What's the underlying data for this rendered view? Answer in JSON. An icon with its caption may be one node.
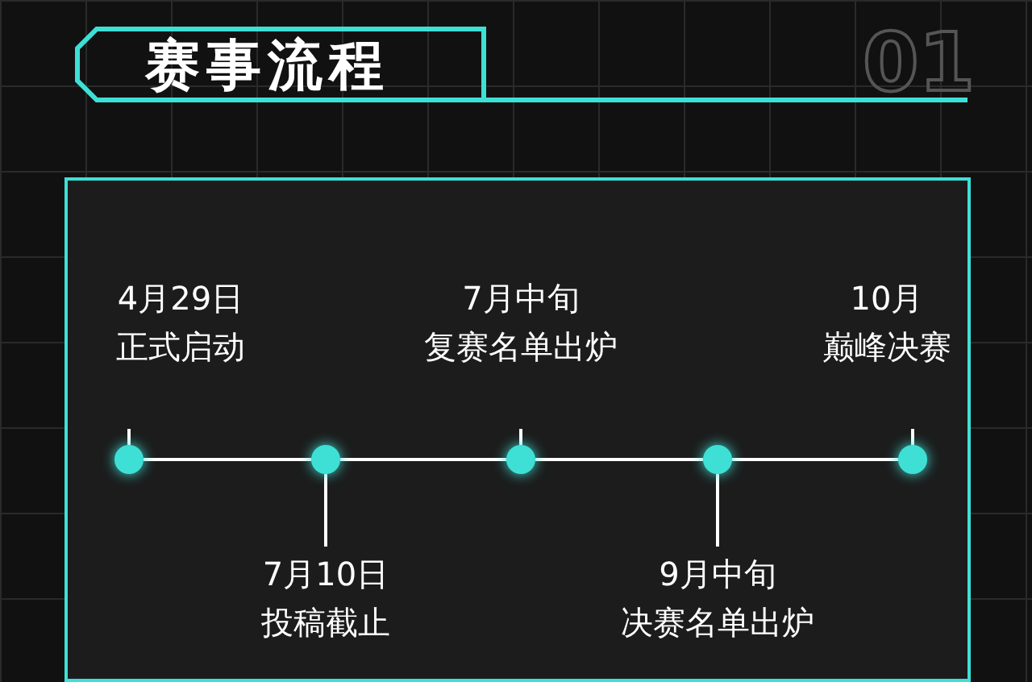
{
  "diagram": {
    "title": "赛事流程",
    "nodes": [
      {
        "text": [],
        "shape": "circle",
        "beside": [
          "4月29日",
          "正式启动"
        ]
      },
      {
        "text": [],
        "shape": "circle",
        "beside": [
          "7月10日",
          "投稿截止"
        ]
      },
      {
        "text": [],
        "shape": "circle",
        "beside": [
          "7月中旬",
          "复赛名单出炉"
        ]
      },
      {
        "text": [],
        "shape": "circle",
        "beside": [
          "9月中旬",
          "决赛名单出炉"
        ]
      },
      {
        "text": [],
        "shape": "circle",
        "beside": [
          "10月",
          "巅峰决赛"
        ]
      }
    ],
    "edges": [
      {
        "from": 0,
        "to": 1,
        "arrow": "none"
      },
      {
        "from": 1,
        "to": 2,
        "arrow": "none"
      },
      {
        "from": 2,
        "to": 3,
        "arrow": "none"
      },
      {
        "from": 3,
        "to": 4,
        "arrow": "none"
      }
    ],
    "labels": [
      "01"
    ]
  }
}
